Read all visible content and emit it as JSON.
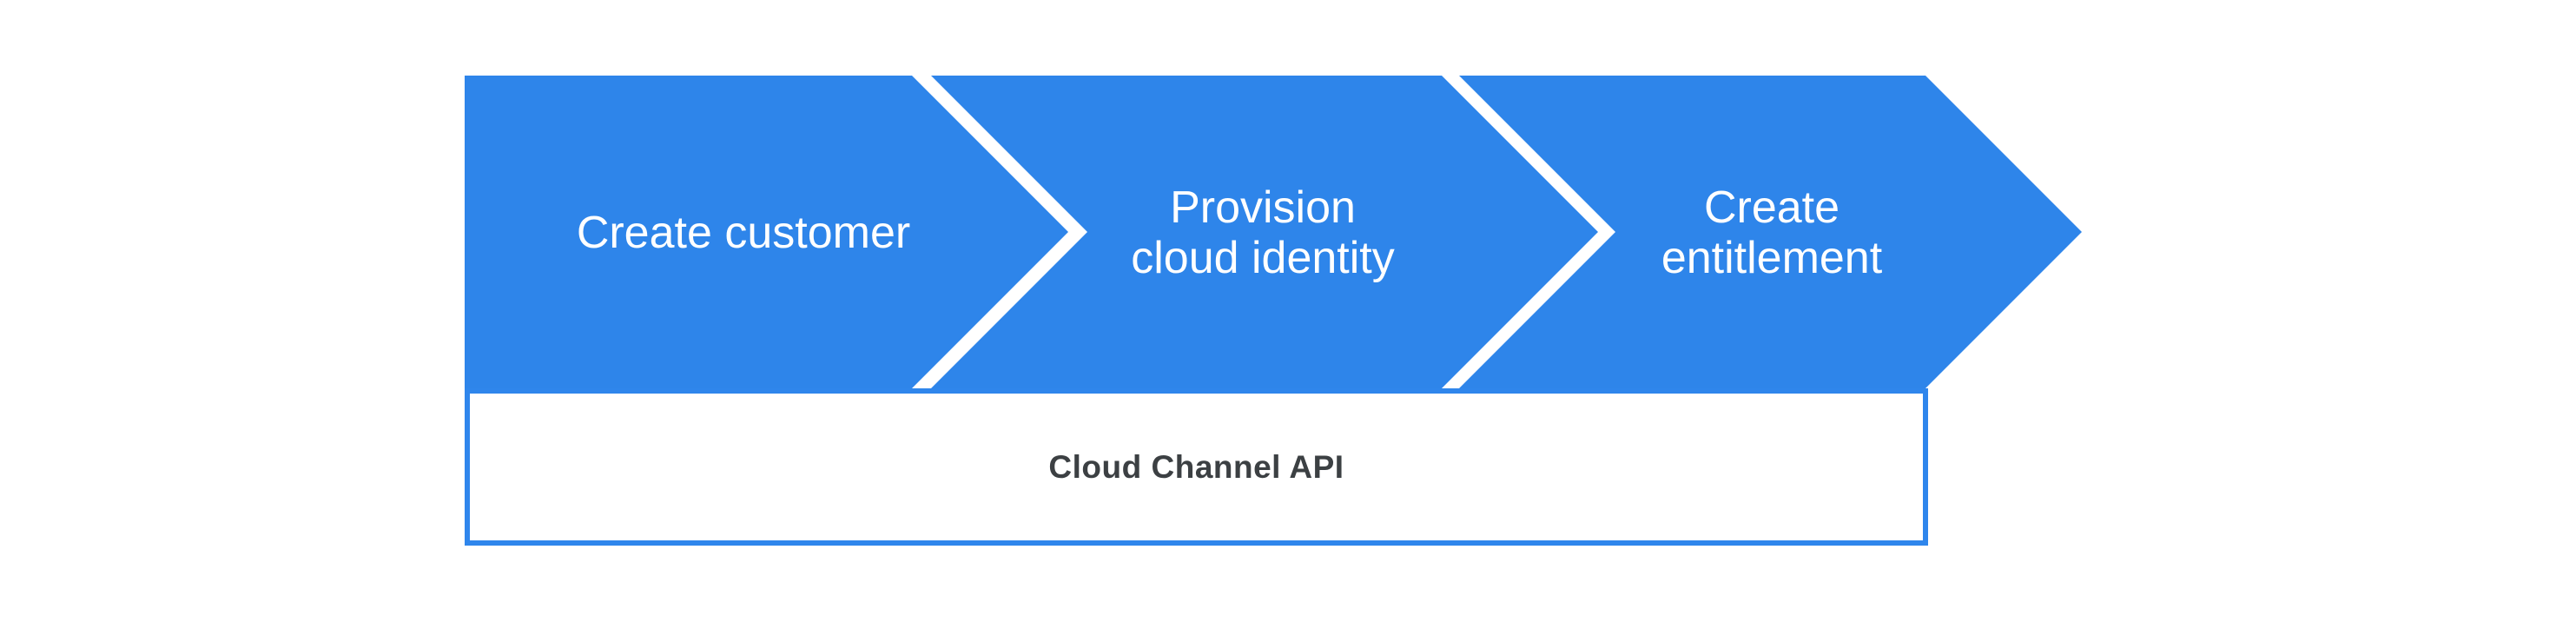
{
  "diagram": {
    "type": "process-flow",
    "steps": [
      {
        "id": "create-customer",
        "label": "Create customer",
        "lines": [
          "Create customer"
        ]
      },
      {
        "id": "provision-cloud-identity",
        "label": "Provision cloud identity",
        "lines": [
          "Provision",
          "cloud identity"
        ]
      },
      {
        "id": "create-entitlement",
        "label": "Create entitlement",
        "lines": [
          "Create",
          "entitlement"
        ]
      }
    ],
    "api_bar": {
      "label": "Cloud Channel API"
    },
    "colors": {
      "arrow_fill": "#2E85EA",
      "chevron_gap": "#FFFFFF",
      "api_bar_border": "#2F86EC",
      "api_bar_background": "#FFFFFF",
      "step_label_text": "#FFFFFF",
      "api_label_text": "#3C4043",
      "page_background": "#FFFFFF"
    }
  }
}
